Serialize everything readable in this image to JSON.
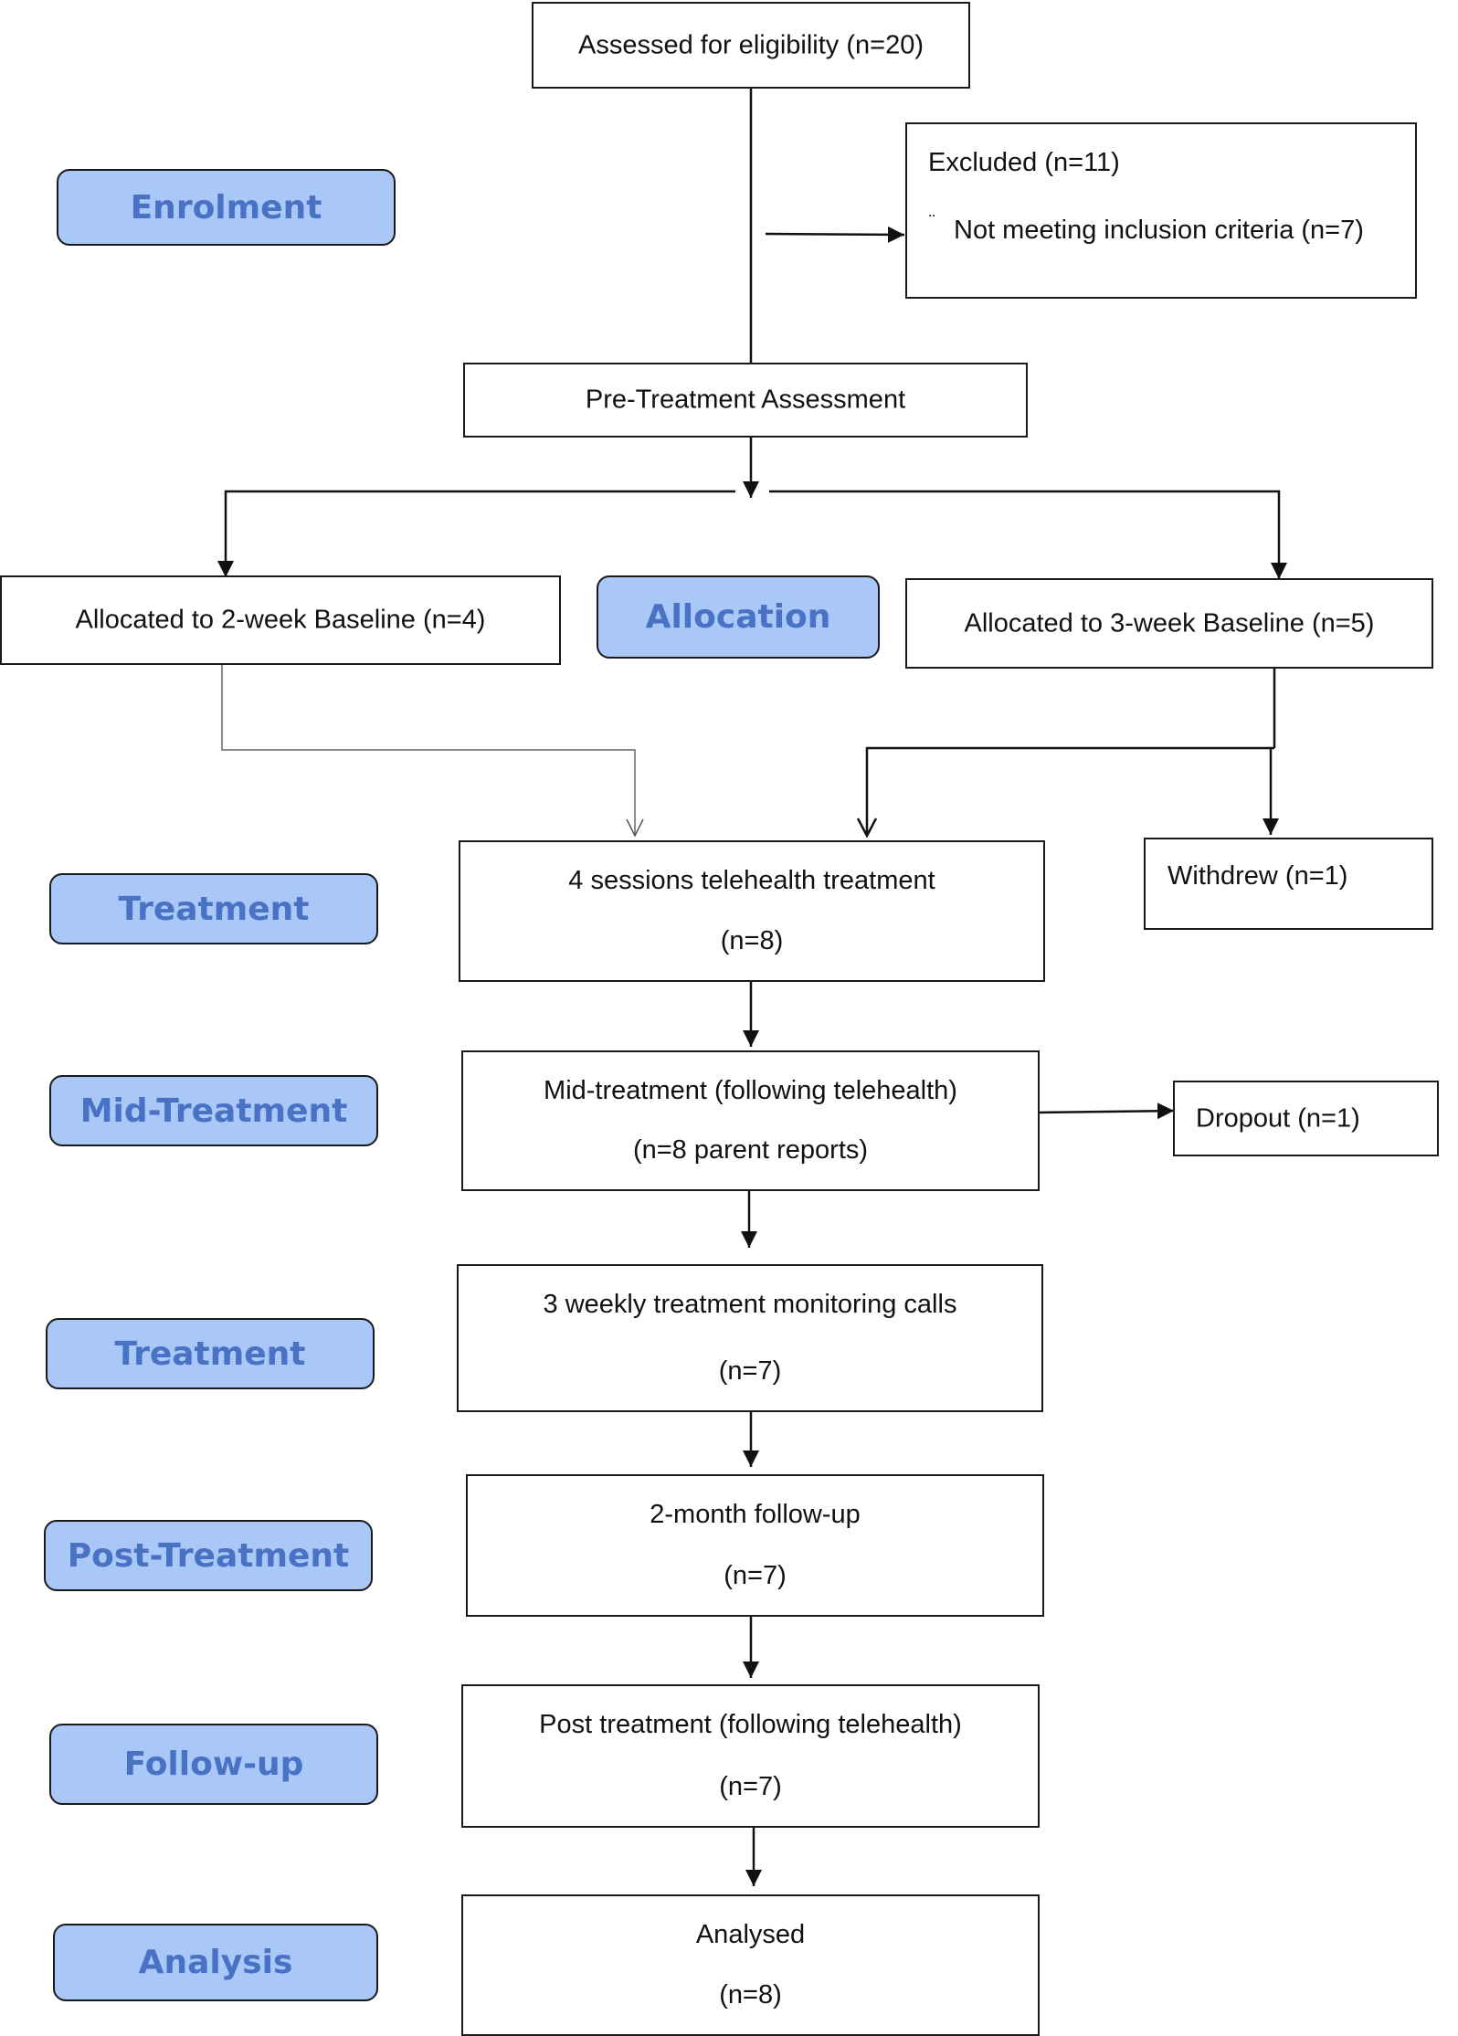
{
  "stages": {
    "enrolment": "Enrolment",
    "allocation": "Allocation",
    "treatment_1": "Treatment",
    "mid_treatment": "Mid-Treatment",
    "treatment_2": "Treatment",
    "post_treatment": "Post-Treatment",
    "follow_up": "Follow-up",
    "analysis": "Analysis"
  },
  "boxes": {
    "assessed": "Assessed for eligibility (n=20)",
    "excluded": {
      "title": "Excluded (n=11)",
      "bullet": "¨",
      "reason": "Not meeting inclusion criteria (n=7)"
    },
    "pre_treatment": "Pre-Treatment Assessment",
    "baseline_2wk": "Allocated to 2-week Baseline (n=4)",
    "baseline_3wk": "Allocated to 3-week Baseline (n=5)",
    "telehealth": {
      "line1": "4 sessions telehealth treatment",
      "line2": "(n=8)"
    },
    "withdrew": "Withdrew (n=1)",
    "mid_treatment": {
      "line1": "Mid-treatment (following telehealth)",
      "line2": "(n=8 parent reports)"
    },
    "dropout": "Dropout (n=1)",
    "monitoring": {
      "line1": "3 weekly treatment monitoring calls",
      "line2": "(n=7)"
    },
    "followup_2m": {
      "line1": "2-month follow-up",
      "line2": "(n=7)"
    },
    "post_treatment": {
      "line1": "Post treatment (following telehealth)",
      "line2": "(n=7)"
    },
    "analysed": {
      "line1": "Analysed",
      "line2": "(n=8)"
    }
  }
}
